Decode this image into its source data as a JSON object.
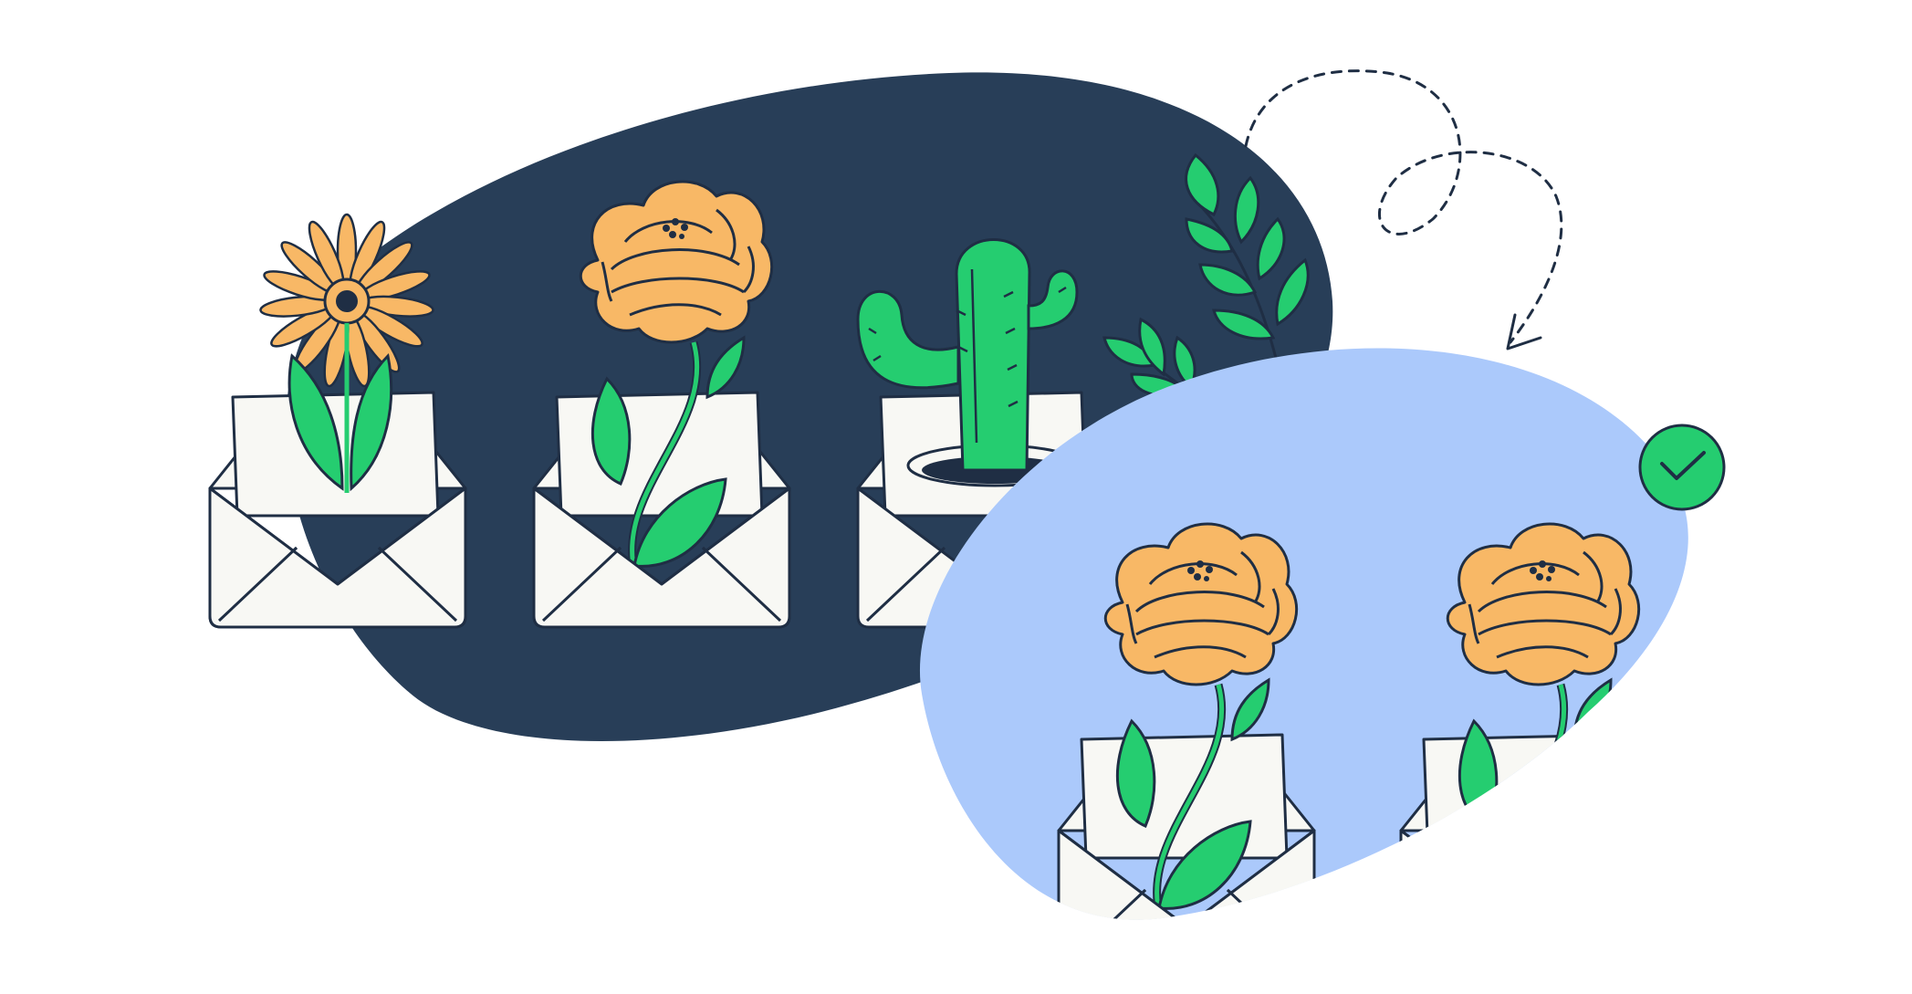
{
  "colors": {
    "background": "#ffffff",
    "navy_blob": "#283E58",
    "light_blue_blob": "#ABC9FB",
    "envelope_paper": "#F8F8F4",
    "outline": "#1F2E44",
    "petal_orange": "#F8B866",
    "leaf_green": "#25CD70",
    "check_badge": "#25CD70"
  },
  "icons": {
    "check": "check-circle-icon",
    "path": "dashed-curved-arrow-icon"
  },
  "items": [
    {
      "kind": "daisy"
    },
    {
      "kind": "rose"
    },
    {
      "kind": "cactus"
    },
    {
      "kind": "rose"
    },
    {
      "kind": "rose"
    }
  ]
}
